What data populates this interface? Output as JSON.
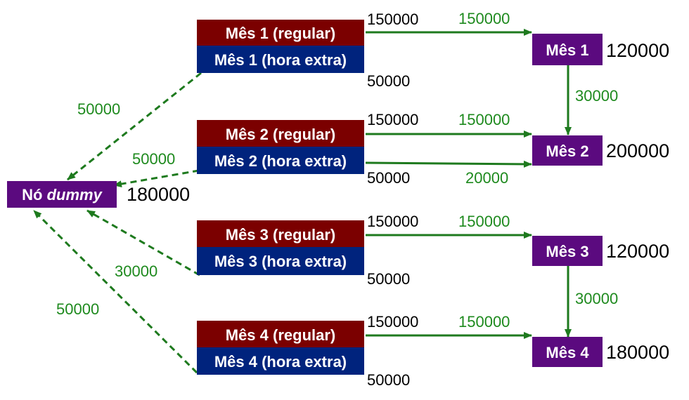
{
  "colors": {
    "regular": "#7b0000",
    "overtime": "#00237d",
    "month_node": "#5b0a7f",
    "arrow": "#1e7a1e",
    "flow_text": "#1e8a1e"
  },
  "dummy": {
    "prefix": "Nó ",
    "italic": "dummy",
    "demand": "180000"
  },
  "sources": [
    {
      "regular": "Mês 1 (regular)",
      "overtime": "Mês 1 (hora extra)",
      "regular_capacity": "150000",
      "overtime_capacity": "50000"
    },
    {
      "regular": "Mês 2 (regular)",
      "overtime": "Mês 2 (hora extra)",
      "regular_capacity": "150000",
      "overtime_capacity": "50000"
    },
    {
      "regular": "Mês 3 (regular)",
      "overtime": "Mês 3 (hora extra)",
      "regular_capacity": "150000",
      "overtime_capacity": "50000"
    },
    {
      "regular": "Mês 4 (regular)",
      "overtime": "Mês 4 (hora extra)",
      "regular_capacity": "150000",
      "overtime_capacity": "50000"
    }
  ],
  "months": [
    {
      "label": "Mês 1",
      "demand": "120000"
    },
    {
      "label": "Mês 2",
      "demand": "200000"
    },
    {
      "label": "Mês 3",
      "demand": "120000"
    },
    {
      "label": "Mês 4",
      "demand": "180000"
    }
  ],
  "flows": {
    "regular_to_month": [
      "150000",
      "150000",
      "150000",
      "150000"
    ],
    "overtime2_to_month2": "20000",
    "inventory": [
      "30000",
      "30000"
    ],
    "to_dummy": [
      "50000",
      "50000",
      "30000",
      "50000"
    ]
  }
}
